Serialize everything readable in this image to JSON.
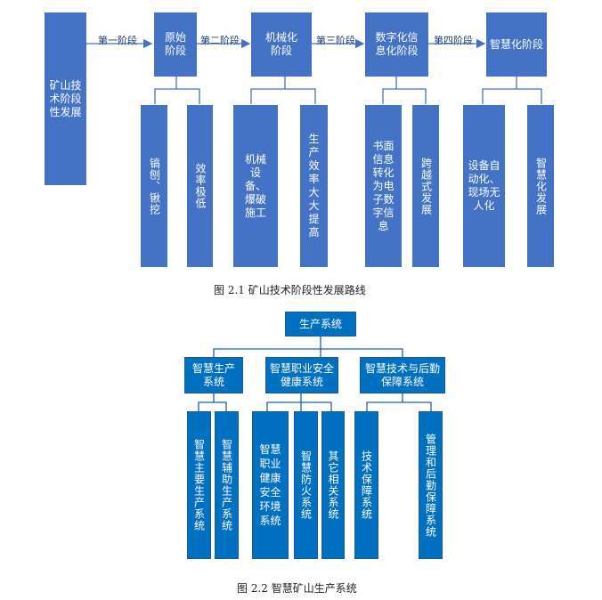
{
  "figure1": {
    "root": "矿山技术阶段性发展",
    "stages": [
      {
        "label": "原始阶段",
        "arrow": "第一阶段",
        "children": [
          "镐刨、锹挖",
          "效率极低"
        ]
      },
      {
        "label": "机械化阶段",
        "arrow": "第二阶段",
        "children": [
          "机械设备、爆破施工",
          "生产效率大大提高"
        ]
      },
      {
        "label": "数字化信息化阶段",
        "arrow": "第三阶段",
        "children": [
          "书面信息转化为电子数字信息",
          "跨越式发展"
        ]
      },
      {
        "label": "智慧化阶段",
        "arrow": "第四阶段",
        "children": [
          "设备自动化、现场无人化",
          "智慧化发展"
        ]
      }
    ],
    "caption": "图 2.1  矿山技术阶段性发展路线"
  },
  "figure2": {
    "root": "生产系统",
    "groups": [
      {
        "label": "智慧生产系统",
        "children": [
          "智慧主要生产系统",
          "智慧辅助生产系统"
        ]
      },
      {
        "label": "智慧职业安全健康系统",
        "children": [
          "智慧职业健康安全环境系统",
          "智慧防火系统",
          "其它相关系统"
        ]
      },
      {
        "label": "智慧技术与后勤保障系统",
        "children": [
          "技术保障系统",
          "管理和后勤保障系统"
        ]
      }
    ],
    "caption": "图 2.2  智慧矿山生产系统"
  },
  "colors": {
    "fig1_box": "#4472c4",
    "fig2_box": "#0070c0",
    "connector": "#4472c4"
  }
}
